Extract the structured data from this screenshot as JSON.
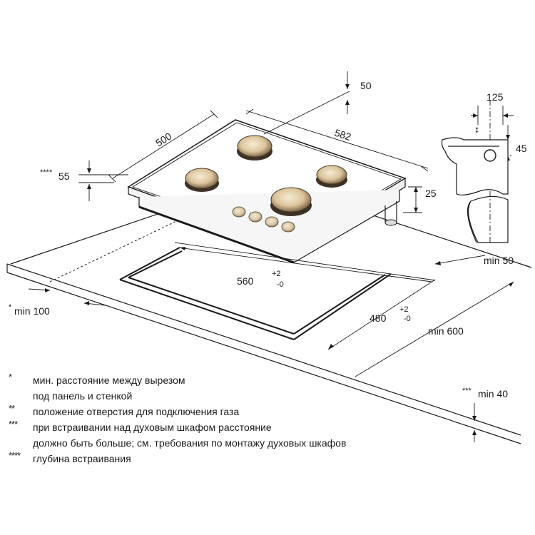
{
  "dimensions": {
    "d50_top": "50",
    "d582": "582",
    "d500": "500",
    "d55": "55",
    "d55_mark": "****",
    "d25": "25",
    "d125": "125",
    "d45": "45",
    "detail_mark": "**",
    "min50": "min 50",
    "d560": "560",
    "d560_tol_plus": "+2",
    "d560_tol_minus": "-0",
    "d480": "480",
    "d480_tol_plus": "+2",
    "d480_tol_minus": "-0",
    "min600": "min 600",
    "min100": "min 100",
    "min100_mark": "*",
    "min40": "min 40",
    "min40_mark": "***"
  },
  "notes": [
    {
      "mark": "*",
      "text": "мин. расстояние между вырезом"
    },
    {
      "mark": "",
      "text": "под панель и стенкой"
    },
    {
      "mark": "**",
      "text": "положение отверстия для подключения газа"
    },
    {
      "mark": "***",
      "text": "при встраивании над духовым шкафом расстояние"
    },
    {
      "mark": "",
      "text": "должно быть больше; см. требования по монтажу духовых шкафов"
    },
    {
      "mark": "****",
      "text": "глубина встраивания"
    }
  ],
  "colors": {
    "ink": "#1a1a1a",
    "burner_light": "#f3e6cc",
    "burner_mid": "#c9ad80",
    "burner_dark": "#4a3d2c"
  }
}
